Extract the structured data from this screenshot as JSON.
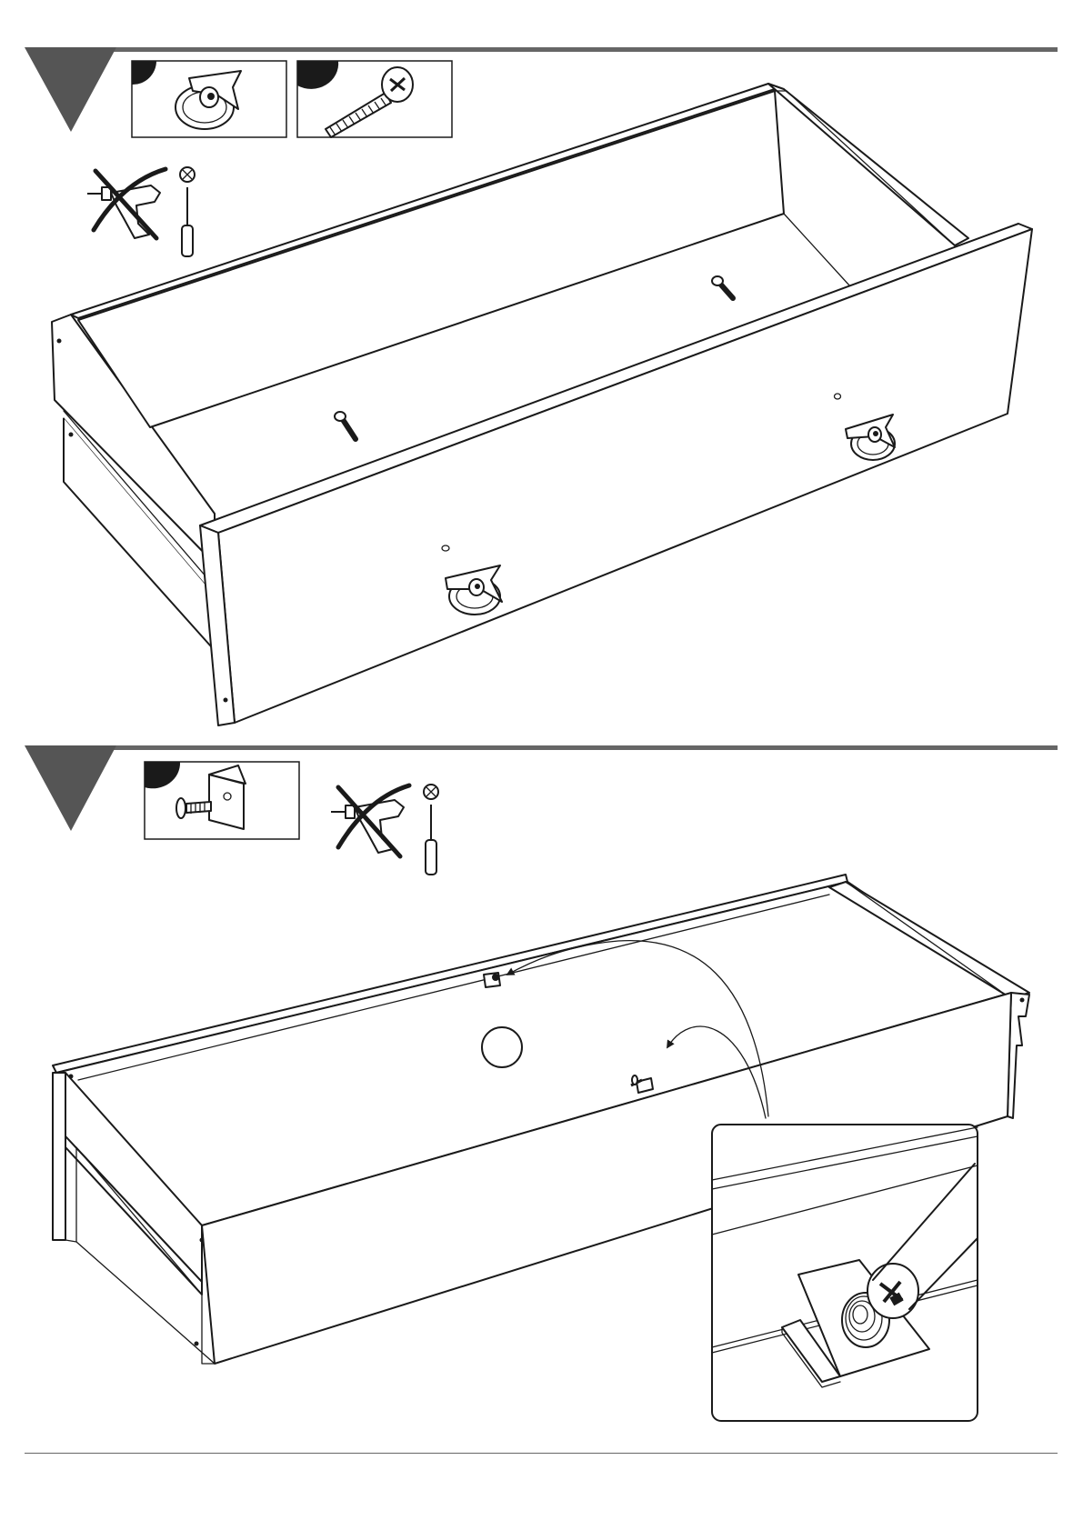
{
  "page": {
    "steps": [
      {
        "parts": [
          {
            "icon": "drawer-handle-icon"
          },
          {
            "icon": "bolt-screw-icon"
          }
        ],
        "tools": {
          "power_drill": "not-allowed",
          "screwdriver": "phillips"
        }
      },
      {
        "parts": [
          {
            "icon": "corner-bracket-screw-icon"
          }
        ],
        "tools": {
          "power_drill": "not-allowed",
          "screwdriver": "phillips"
        },
        "detail_view": "bracket-screw-closeup"
      }
    ],
    "colors": {
      "line": "#1a1a1a",
      "step_marker": "#555555",
      "rule": "#666666"
    }
  }
}
